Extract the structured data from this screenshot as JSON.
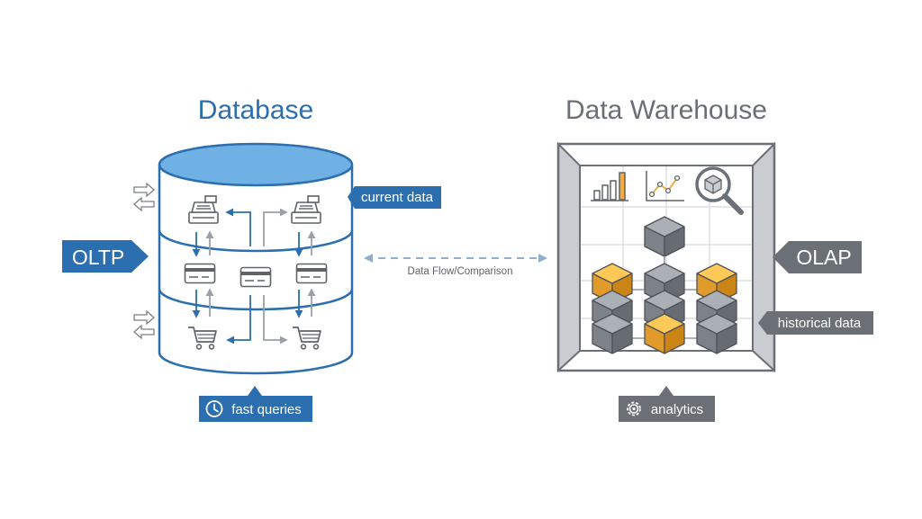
{
  "colors": {
    "blue": "#2b6fb0",
    "blue_fill": "#6fb1e4",
    "gray": "#7b7f86",
    "gray_light": "#c9ccd1",
    "orange": "#f3ad3c",
    "cube_gray": "#8f949b"
  },
  "database": {
    "title": "Database",
    "left_badge": "OLTP",
    "callout_current": "current data",
    "callout_fast": "fast queries",
    "icons": [
      "cash-register-icon",
      "credit-card-icon",
      "shopping-cart-icon",
      "clock-icon"
    ]
  },
  "flow": {
    "label": "Data Flow/Comparison"
  },
  "warehouse": {
    "title": "Data Warehouse",
    "right_badge": "OLAP",
    "callout_historical": "historical data",
    "callout_analytics": "analytics",
    "icons": [
      "bar-chart-icon",
      "line-chart-icon",
      "magnifier-cube-icon",
      "gear-icon"
    ]
  }
}
